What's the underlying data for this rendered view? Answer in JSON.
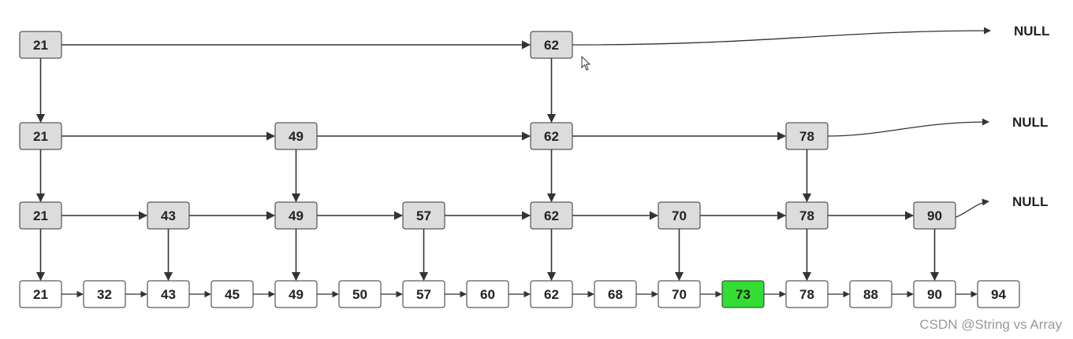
{
  "null_label": "NULL",
  "watermark": "CSDN @String vs Array",
  "colors": {
    "index_fill": "#dcdcdc",
    "base_fill": "#ffffff",
    "highlight_fill": "#33dd33",
    "stroke": "#333333"
  },
  "base_values": [
    21,
    32,
    43,
    45,
    49,
    50,
    57,
    60,
    62,
    68,
    70,
    73,
    78,
    88,
    90,
    94
  ],
  "highlight_value": 73,
  "index_levels": [
    {
      "level": 3,
      "values": [
        21,
        62
      ]
    },
    {
      "level": 2,
      "values": [
        21,
        49,
        62,
        78
      ]
    },
    {
      "level": 1,
      "values": [
        21,
        43,
        49,
        57,
        62,
        70,
        78,
        90
      ]
    }
  ]
}
